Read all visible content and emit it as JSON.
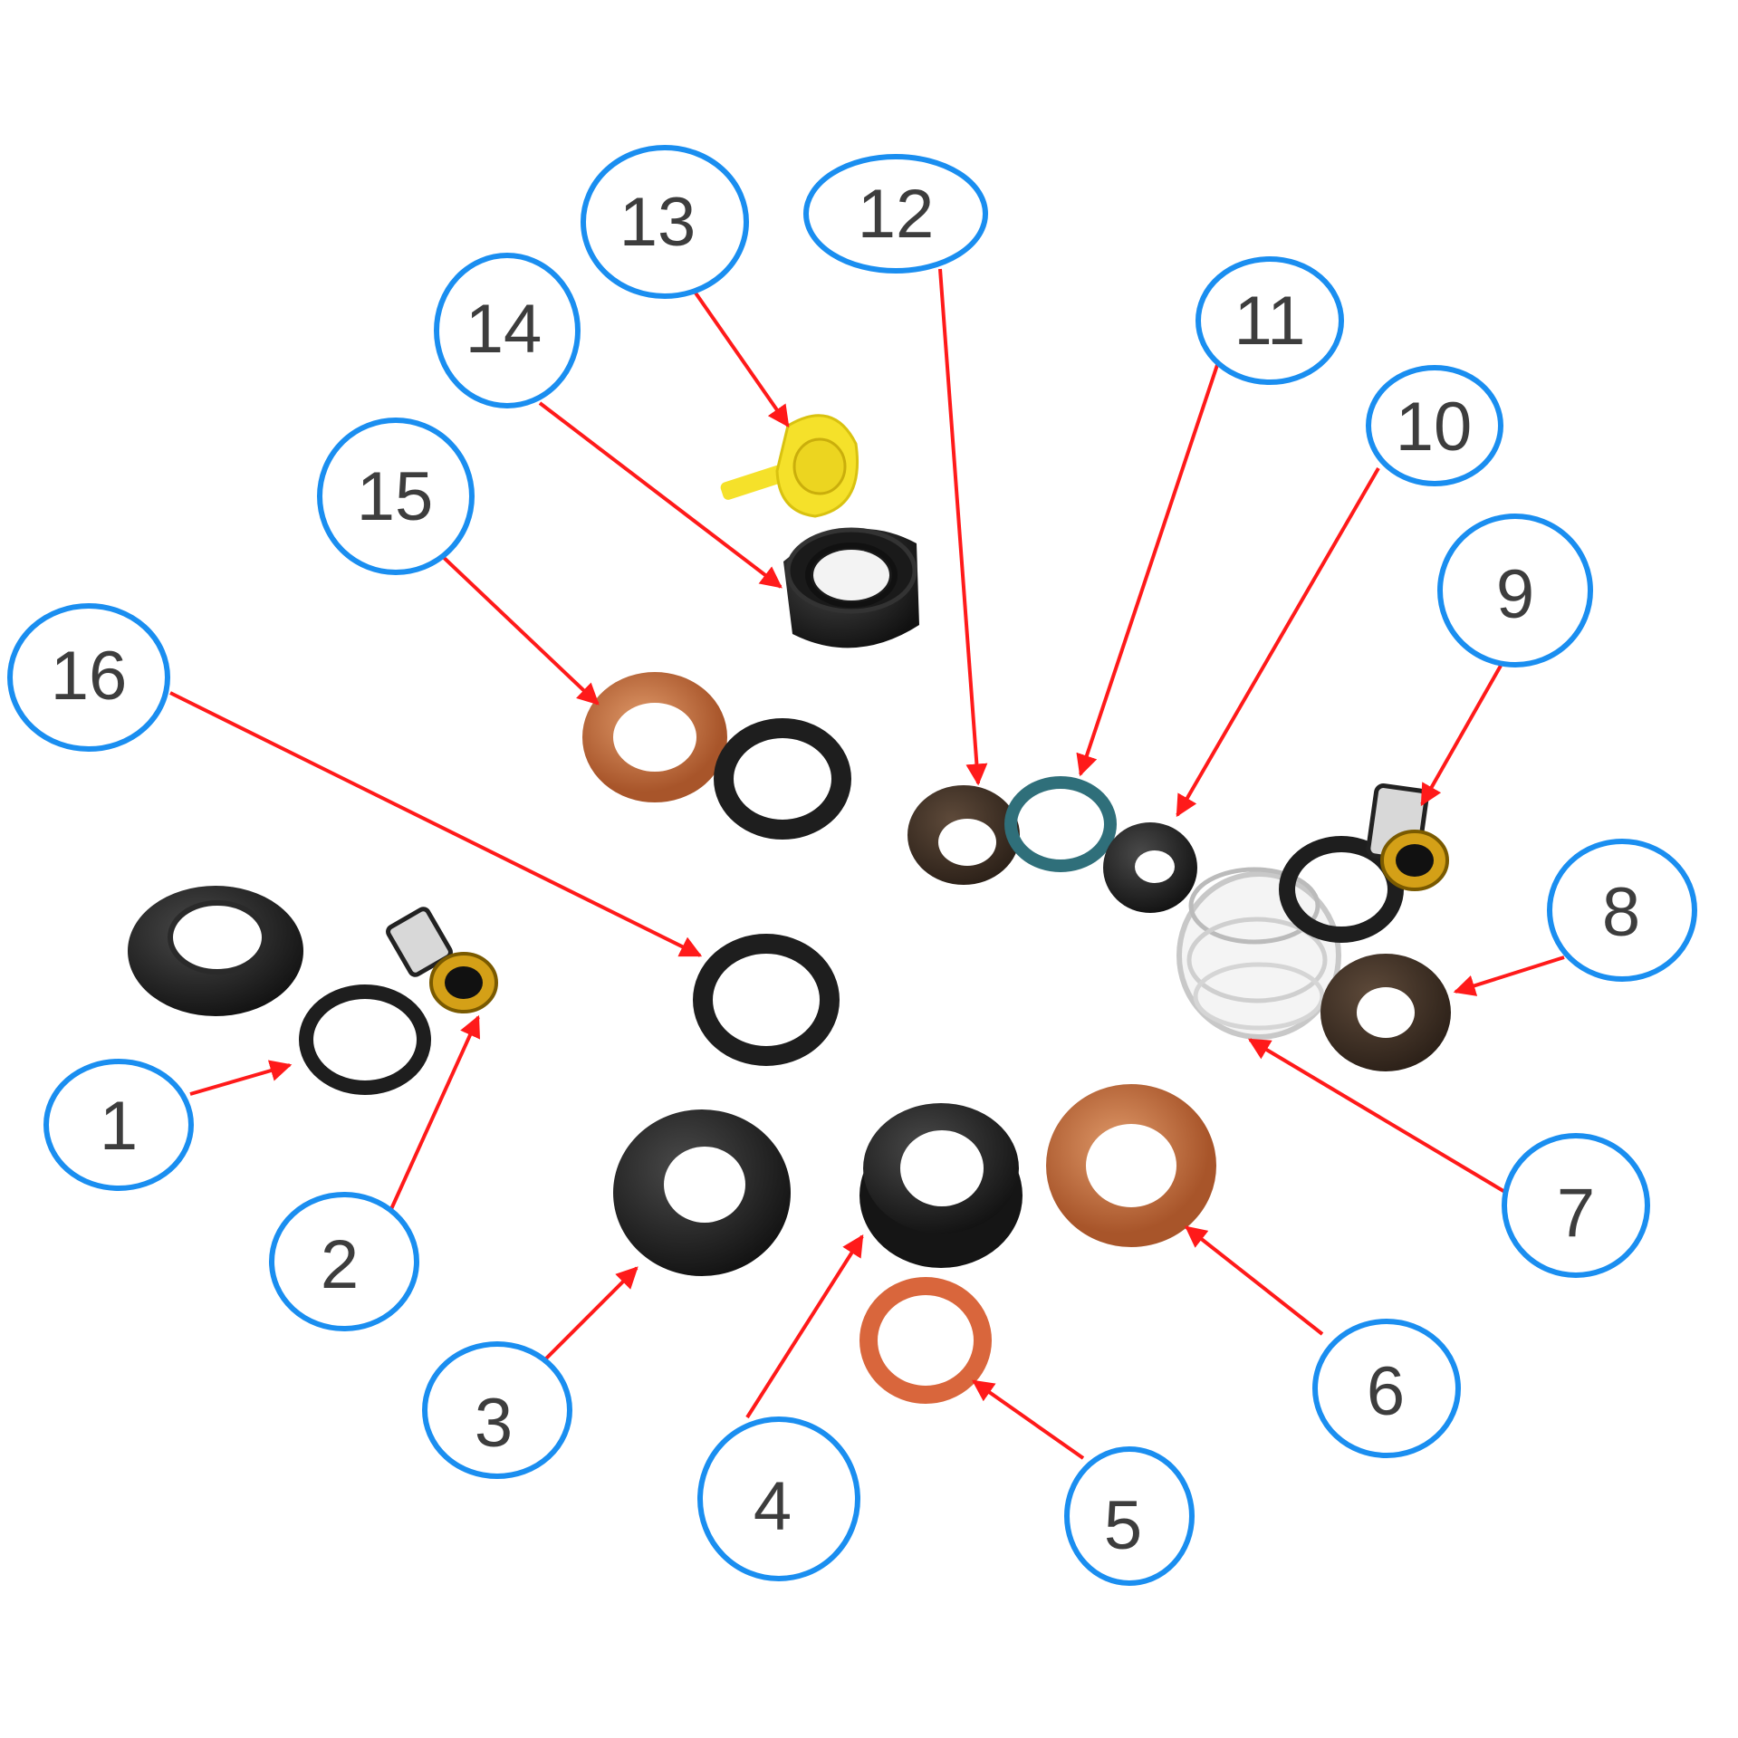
{
  "diagram": {
    "colors": {
      "callout_ring": "#1a8ef0",
      "arrow": "#ff1a1a",
      "label_text": "#3d3d3d",
      "rubber_black": "#1e1e1e",
      "rubber_brown": "#c2703f",
      "rubber_orange": "#d9663c",
      "teal_ring": "#2f6f7a",
      "filter_brass": "#d4a017",
      "yellow_cap": "#f5e12a"
    },
    "callouts": [
      {
        "id": "1",
        "label": "1"
      },
      {
        "id": "2",
        "label": "2"
      },
      {
        "id": "3",
        "label": "3"
      },
      {
        "id": "4",
        "label": "4"
      },
      {
        "id": "5",
        "label": "5"
      },
      {
        "id": "6",
        "label": "6"
      },
      {
        "id": "7",
        "label": "7"
      },
      {
        "id": "8",
        "label": "8"
      },
      {
        "id": "9",
        "label": "9"
      },
      {
        "id": "10",
        "label": "10"
      },
      {
        "id": "11",
        "label": "11"
      },
      {
        "id": "12",
        "label": "12"
      },
      {
        "id": "13",
        "label": "13"
      },
      {
        "id": "14",
        "label": "14"
      },
      {
        "id": "15",
        "label": "15"
      },
      {
        "id": "16",
        "label": "16"
      }
    ],
    "parts": [
      {
        "id": "1",
        "kind": "o-ring",
        "color": "black"
      },
      {
        "id": "2",
        "kind": "micro-filter",
        "color": "brass"
      },
      {
        "id": "3",
        "kind": "grommet",
        "color": "black"
      },
      {
        "id": "4",
        "kind": "grommet",
        "color": "black"
      },
      {
        "id": "5",
        "kind": "o-ring",
        "color": "orange"
      },
      {
        "id": "6",
        "kind": "o-ring",
        "color": "brown"
      },
      {
        "id": "7",
        "kind": "spacer",
        "color": "clear"
      },
      {
        "id": "8",
        "kind": "o-ring",
        "color": "dark-brown"
      },
      {
        "id": "9",
        "kind": "micro-filter",
        "color": "brass"
      },
      {
        "id": "10",
        "kind": "washer",
        "color": "black"
      },
      {
        "id": "11",
        "kind": "split-ring",
        "color": "teal"
      },
      {
        "id": "12",
        "kind": "washer",
        "color": "brown"
      },
      {
        "id": "13",
        "kind": "pintle-cap",
        "color": "yellow"
      },
      {
        "id": "14",
        "kind": "seal-cup",
        "color": "black"
      },
      {
        "id": "15",
        "kind": "o-ring",
        "color": "brown"
      },
      {
        "id": "16",
        "kind": "o-ring",
        "color": "black"
      }
    ]
  }
}
